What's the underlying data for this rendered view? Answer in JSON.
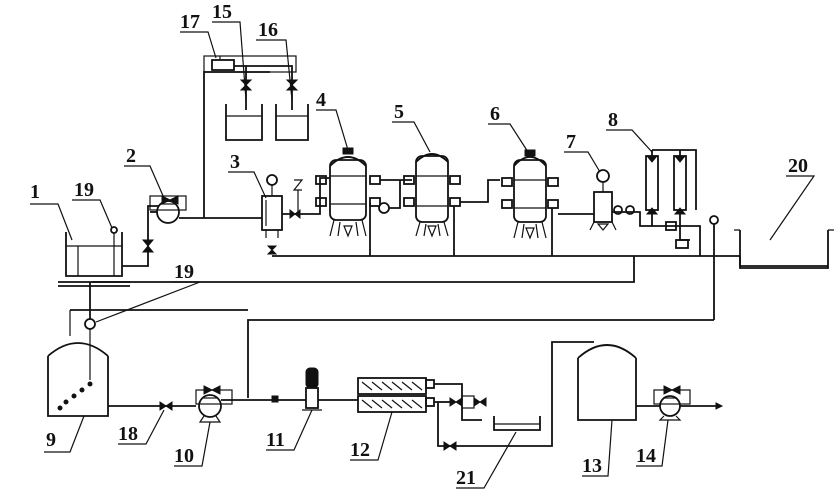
{
  "labels": {
    "l1": "1",
    "l2": "2",
    "l3": "3",
    "l4": "4",
    "l5": "5",
    "l6": "6",
    "l7": "7",
    "l8": "8",
    "l9": "9",
    "l10": "10",
    "l11": "11",
    "l12": "12",
    "l13": "13",
    "l14": "14",
    "l15": "15",
    "l16": "16",
    "l17": "17",
    "l18": "18",
    "l19a": "19",
    "l19b": "19",
    "l20": "20",
    "l21": "21"
  }
}
